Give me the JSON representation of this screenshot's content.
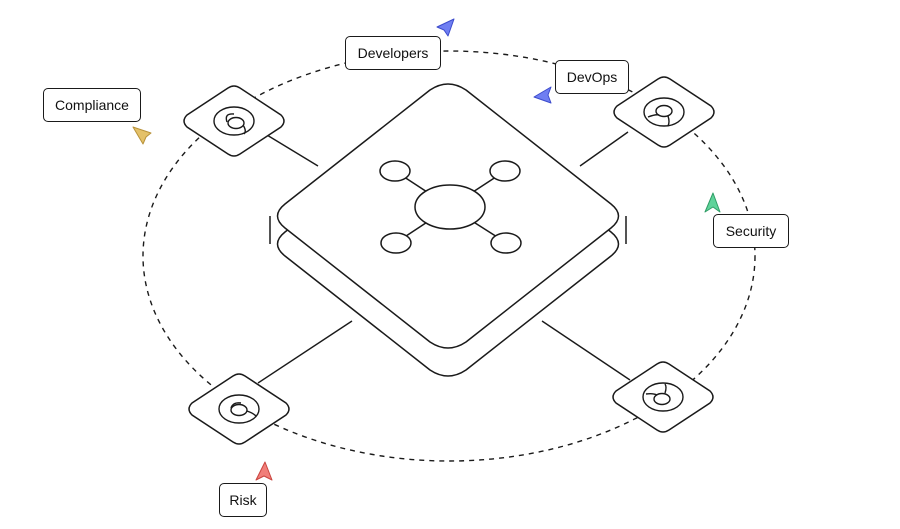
{
  "labels": {
    "developers": "Developers",
    "devops": "DevOps",
    "compliance": "Compliance",
    "security": "Security",
    "risk": "Risk"
  },
  "icons": {
    "hub": "network-hub-icon",
    "node": "circle-node-icon",
    "pointer": "cursor-arrow-icon"
  },
  "colors": {
    "developers": "#6f7ef2",
    "devops": "#6f7ef2",
    "compliance": "#e4c169",
    "security": "#5fd39a",
    "risk": "#f17e79",
    "stroke": "#1a1a1a"
  }
}
